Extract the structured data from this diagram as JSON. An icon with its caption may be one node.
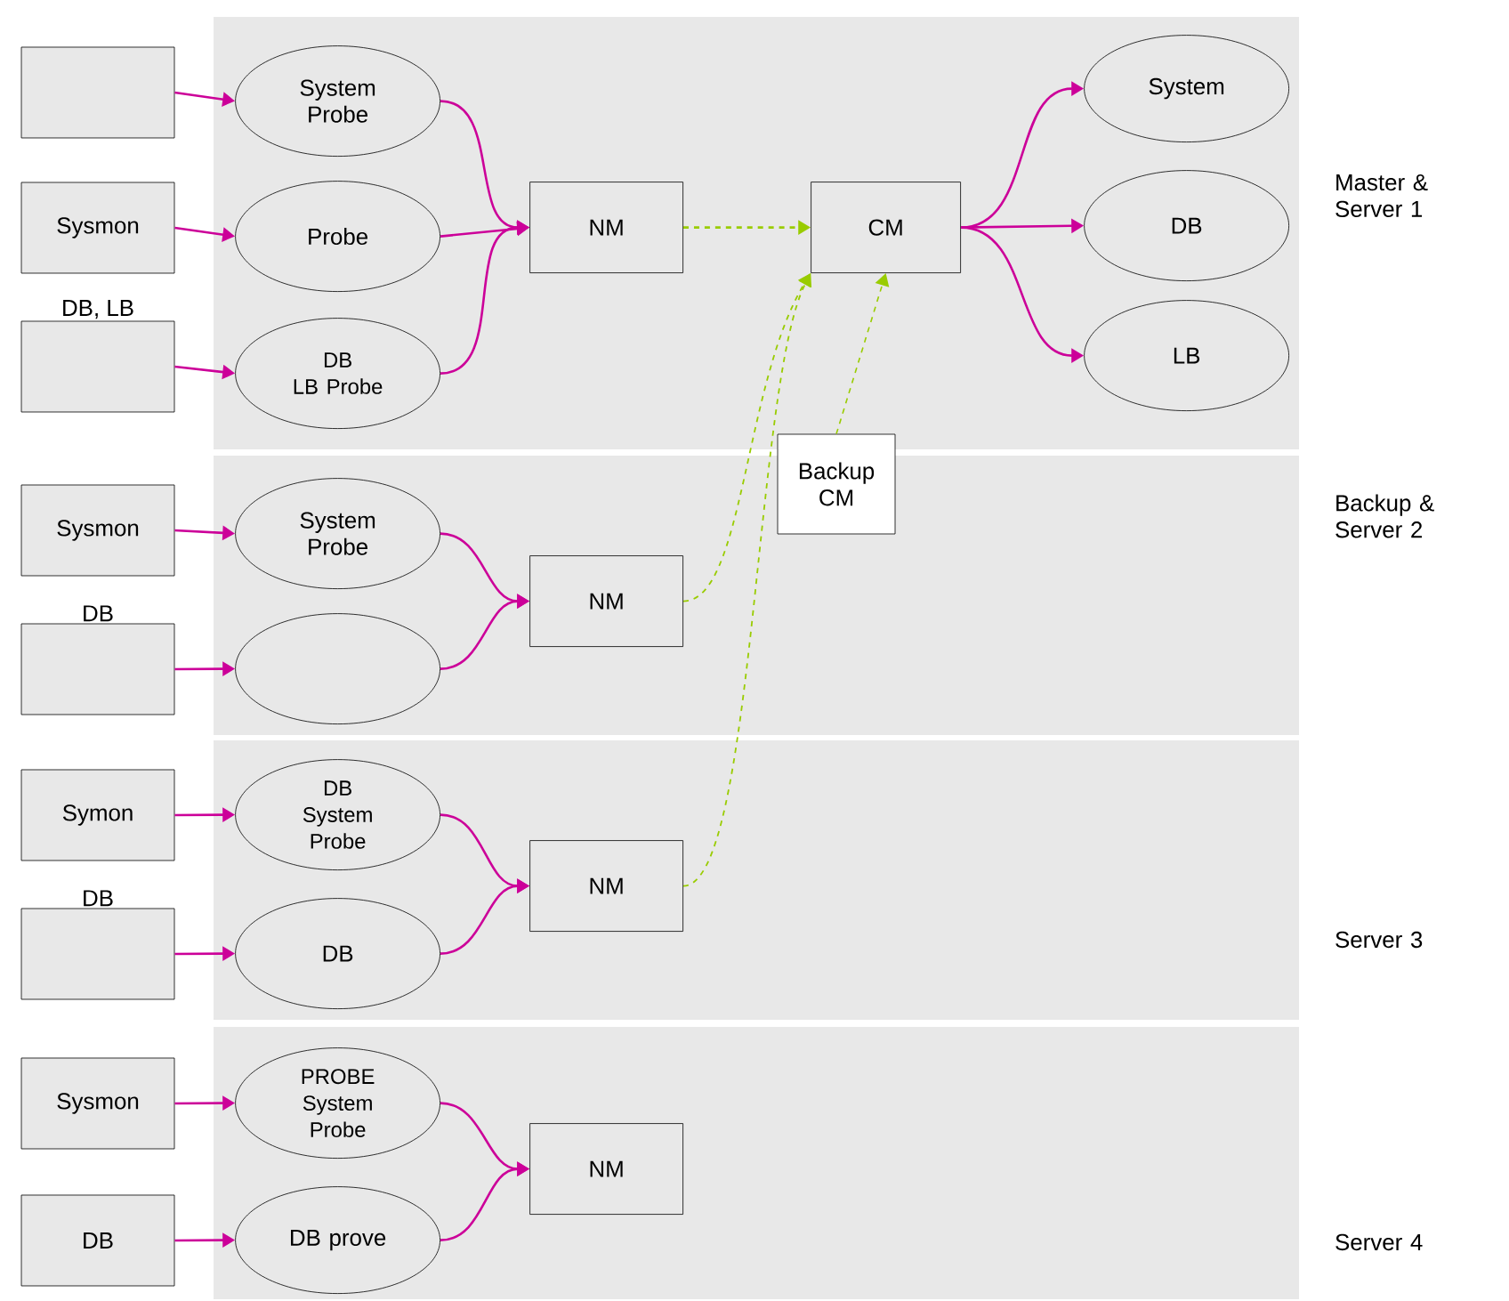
{
  "diagram": {
    "nodes": [
      {
        "text": [
          "Master & Server 1"
        ]
      },
      {
        "text": [],
        "shape": "box"
      },
      {
        "text": [
          "System Probe"
        ],
        "in": 0
      },
      {
        "text": [
          "Sysmon"
        ]
      },
      {
        "text": [
          "Probe"
        ],
        "in": 0
      },
      {
        "text": [
          "DB, LB"
        ]
      },
      {
        "text": [
          "DB",
          "LB Probe"
        ],
        "in": 0
      },
      {
        "text": [
          "NM"
        ],
        "in": 0
      },
      {
        "text": [
          "CM"
        ],
        "in": 0
      },
      {
        "text": [
          "System"
        ],
        "in": 0
      },
      {
        "text": [
          "DB"
        ],
        "in": 0
      },
      {
        "text": [
          "LB"
        ],
        "in": 0
      },
      {
        "text": [
          "Backup & Server 2"
        ]
      },
      {
        "text": [
          "Backup CM"
        ]
      },
      {
        "text": [
          "Sysmon"
        ]
      },
      {
        "text": [
          "System Probe"
        ],
        "in": 12
      },
      {
        "text": [
          "DB"
        ]
      },
      {
        "text": [],
        "shape": "ellipse",
        "in": 12
      },
      {
        "text": [
          "NM"
        ],
        "in": 12
      },
      {
        "text": [
          "Server 3"
        ]
      },
      {
        "text": [
          "Symon"
        ]
      },
      {
        "text": [
          "DB",
          "System Probe"
        ],
        "in": 19
      },
      {
        "text": [
          "DB"
        ]
      },
      {
        "text": [
          "DB"
        ],
        "in": 19
      },
      {
        "text": [
          "NM"
        ],
        "in": 19
      },
      {
        "text": [
          "Server 4"
        ]
      },
      {
        "text": [
          "Sysmon"
        ]
      },
      {
        "text": [
          "PROBE",
          "System Probe"
        ],
        "in": 25
      },
      {
        "text": [
          "DB"
        ]
      },
      {
        "text": [
          "DB prove"
        ],
        "in": 25
      },
      {
        "text": [
          "NM"
        ],
        "in": 25
      }
    ],
    "edges": [
      {
        "from": 1,
        "to": 2,
        "arrow": "to"
      },
      {
        "from": 3,
        "to": 4,
        "arrow": "to"
      },
      {
        "from": 5,
        "to": 6,
        "arrow": "to"
      },
      {
        "from": 2,
        "to": 7,
        "arrow": "to"
      },
      {
        "from": 4,
        "to": 7,
        "arrow": "to"
      },
      {
        "from": 6,
        "to": 7,
        "arrow": "to"
      },
      {
        "from": 7,
        "to": 8,
        "arrow": "to",
        "style": "dashed",
        "color": "#99cc00"
      },
      {
        "from": 8,
        "to": 9,
        "arrow": "to"
      },
      {
        "from": 8,
        "to": 10,
        "arrow": "to"
      },
      {
        "from": 8,
        "to": 11,
        "arrow": "to"
      },
      {
        "from": 13,
        "to": 8,
        "arrow": "to",
        "style": "dashed",
        "color": "#99cc00"
      },
      {
        "from": 14,
        "to": 15,
        "arrow": "to"
      },
      {
        "from": 16,
        "to": 17,
        "arrow": "to"
      },
      {
        "from": 15,
        "to": 18,
        "arrow": "to"
      },
      {
        "from": 17,
        "to": 18,
        "arrow": "to"
      },
      {
        "from": 18,
        "to": 8,
        "arrow": "to",
        "style": "dashed",
        "color": "#99cc00"
      },
      {
        "from": 20,
        "to": 21,
        "arrow": "to"
      },
      {
        "from": 22,
        "to": 23,
        "arrow": "to"
      },
      {
        "from": 21,
        "to": 24,
        "arrow": "to"
      },
      {
        "from": 23,
        "to": 24,
        "arrow": "to"
      },
      {
        "from": 24,
        "to": 8,
        "arrow": "to",
        "style": "dashed",
        "color": "#99cc00"
      },
      {
        "from": 26,
        "to": 27,
        "arrow": "to"
      },
      {
        "from": 28,
        "to": 29,
        "arrow": "to"
      },
      {
        "from": 27,
        "to": 30,
        "arrow": "to"
      },
      {
        "from": 29,
        "to": 30,
        "arrow": "to"
      }
    ]
  }
}
